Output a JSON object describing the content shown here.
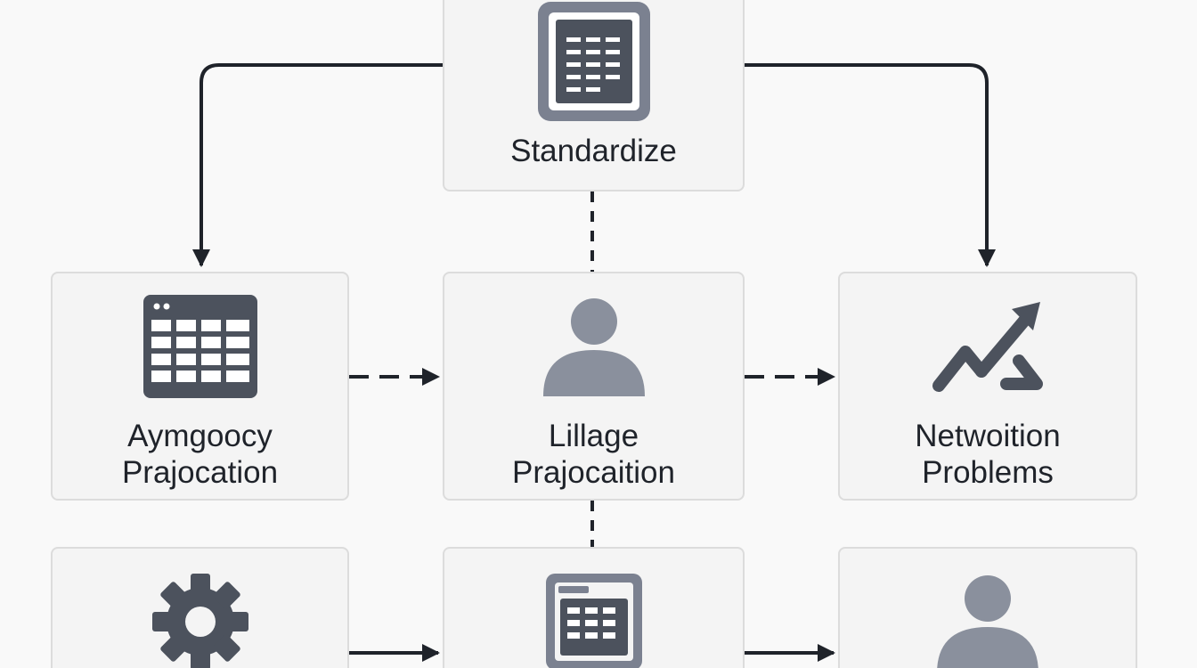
{
  "colors": {
    "background": "#f9f9f9",
    "node_fill": "#f4f4f4",
    "node_border": "#dcdcdc",
    "icon_dark": "#4c525d",
    "icon_mid": "#7b8190",
    "icon_light": "#8a909d",
    "connector": "#1f232a",
    "text": "#1f232a"
  },
  "nodes": {
    "standardize": {
      "label": "Standardize",
      "icon": "spreadsheet-icon"
    },
    "left_mid": {
      "label_line1": "Aymgoocy",
      "label_line2": "Prajocation",
      "icon": "table-window-icon"
    },
    "center_mid": {
      "label_line1": "Lillage",
      "label_line2": "Prajocaition",
      "icon": "person-icon"
    },
    "right_mid": {
      "label_line1": "Netwoition",
      "label_line2": "Problems",
      "icon": "trend-arrow-icon"
    },
    "left_bottom": {
      "icon": "gear-icon"
    },
    "center_bottom": {
      "icon": "document-table-icon"
    },
    "right_bottom": {
      "icon": "person-icon"
    }
  }
}
